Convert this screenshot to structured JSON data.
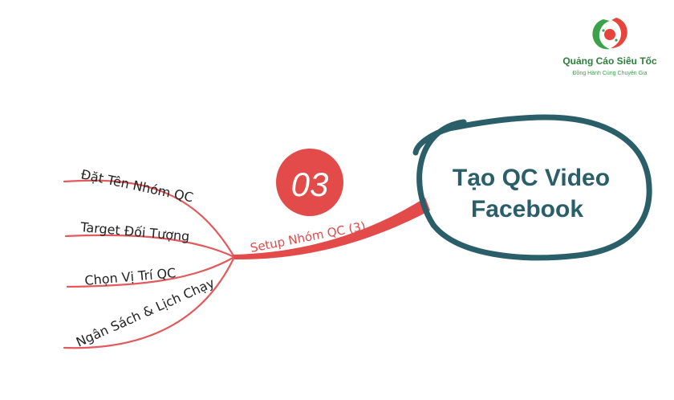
{
  "logo": {
    "brand": "Quảng Cáo Siêu Tốc",
    "tagline": "Đồng Hành Cùng Chuyên Gia"
  },
  "badge": {
    "number": "03"
  },
  "center": {
    "line1": "Tạo QC Video",
    "line2": "Facebook"
  },
  "trunk": {
    "label": "Setup Nhóm QC (3)"
  },
  "branches": [
    {
      "label": "Đặt Tên Nhóm QC"
    },
    {
      "label": "Target Đối Tượng"
    },
    {
      "label": "Chọn Vị Trí QC"
    },
    {
      "label": "Ngân Sách & Lịch Chạy"
    }
  ],
  "colors": {
    "accent_red": "#e34a4a",
    "branch_red": "#e25a5c",
    "teal": "#2a5e68",
    "logo_green": "#3aa34a",
    "logo_red": "#e5453d"
  }
}
